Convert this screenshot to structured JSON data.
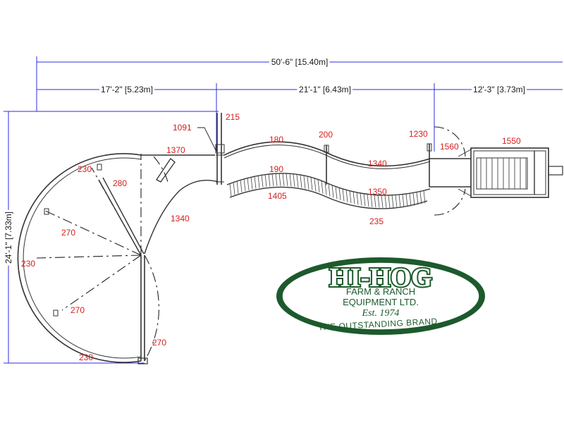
{
  "dimensions": {
    "overall_width": "50'-6\" [15.40m]",
    "section_1": "17'-2\" [5.23m]",
    "section_2": "21'-1\" [6.43m]",
    "section_3": "12'-3\" [3.73m]",
    "overall_height": "24'-1\" [7.33m]"
  },
  "part_labels": {
    "p215": "215",
    "p1091": "1091",
    "p180": "180",
    "p200": "200",
    "p1230": "1230",
    "p1560": "1560",
    "p1550": "1550",
    "p1370": "1370",
    "p230a": "230",
    "p280": "280",
    "p190": "190",
    "p1340a": "1340",
    "p1405": "1405",
    "p1350": "1350",
    "p235": "235",
    "p1340b": "1340",
    "p270a": "270",
    "p230b": "230",
    "p270b": "270",
    "p270c": "270",
    "p230c": "230"
  },
  "logo": {
    "brand": "HI-HOG",
    "line1": "FARM & RANCH",
    "line2": "EQUIPMENT LTD.",
    "established": "Est. 1974",
    "tagline": "THE OUTSTANDING BRAND",
    "color": "#1c5a2c"
  },
  "colors": {
    "dimension_lines": "#2e2ee0",
    "part_labels": "#d42020",
    "drawing": "#333333"
  }
}
